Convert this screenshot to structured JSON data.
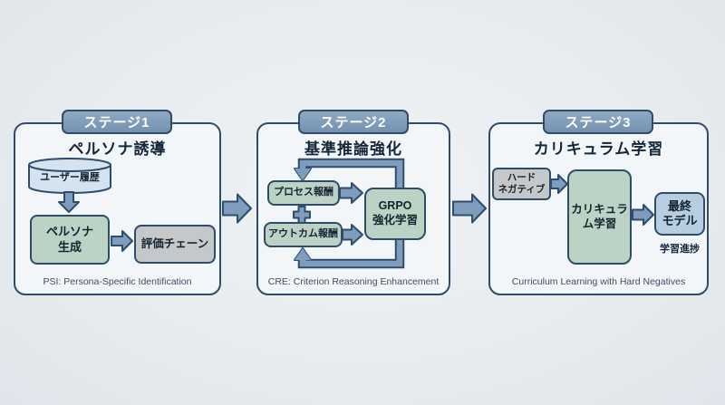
{
  "diagram": {
    "stage1": {
      "badge": "ステージ1",
      "title": "ペルソナ誘導",
      "db_label": "ユーザー履歴",
      "persona_gen_label": "ペルソナ\n生成",
      "eval_chain_label": "評価チェーン",
      "footer": "PSI: Persona-Specific Identification"
    },
    "stage2": {
      "badge": "ステージ2",
      "title": "基準推論強化",
      "process_reward_label": "プロセス報酬",
      "outcome_reward_label": "アウトカム報酬",
      "grpo_label": "GRPO\n強化学習",
      "footer": "CRE: Criterion Reasoning Enhancement"
    },
    "stage3": {
      "badge": "ステージ3",
      "title": "カリキュラム学習",
      "hard_negative_label": "ハード\nネガティブ",
      "curriculum_label": "カリキュラ\nム学習",
      "final_model_label": "最終\nモデル",
      "progress_label": "学習進捗",
      "footer": "Curriculum Learning with Hard Negatives"
    },
    "icons": {
      "plus": "plus-icon",
      "flow_arrow": "block-arrow-icon",
      "feedback": "feedback-loop-arrow",
      "database": "database-cylinder-icon"
    },
    "colors": {
      "background": "#e9edf0",
      "panel_fill": "#f3f6f8",
      "border_navy": "#2e4d6b",
      "badge_fill": "#7e9bb9",
      "node_green": "#bcd2c5",
      "node_gray": "#c6c7c8",
      "node_blue": "#b7cee1",
      "cylinder_blue": "#d4e3ef",
      "arrow_steel": "#7e9cbb",
      "badge_text": "#ffffff",
      "text_dark": "#14263a",
      "footer_text": "#3c4d60"
    }
  }
}
